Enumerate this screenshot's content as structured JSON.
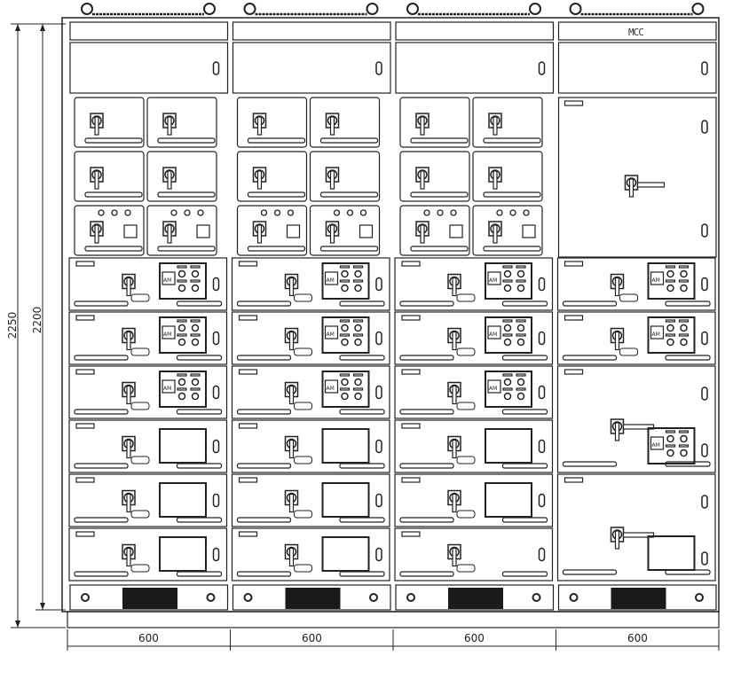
{
  "drawing": {
    "title": "MCC",
    "stroke": "#222222",
    "fill_dark": "#1a1a1a",
    "background": "#ffffff"
  },
  "dimensions": {
    "overall_height": "2250",
    "frame_height": "2200",
    "column_widths": [
      "600",
      "600",
      "600",
      "600"
    ]
  },
  "columns": [
    {
      "id": "col-1",
      "label": "",
      "top_modules": "2x3 small drawers",
      "drawers": [
        "meter",
        "meter",
        "meter",
        "blank-panel",
        "blank-panel",
        "blank-panel"
      ]
    },
    {
      "id": "col-2",
      "label": "",
      "top_modules": "2x3 small drawers",
      "drawers": [
        "meter",
        "meter",
        "meter",
        "blank-panel",
        "blank-panel",
        "blank-panel"
      ]
    },
    {
      "id": "col-3",
      "label": "",
      "top_modules": "2x3 small drawers",
      "drawers": [
        "meter",
        "meter",
        "meter",
        "blank-panel",
        "blank-panel",
        "blank"
      ]
    },
    {
      "id": "col-4",
      "label": "MCC",
      "top_modules": "incomer door",
      "drawers": [
        "meter",
        "meter",
        "large-meter",
        "large-blank"
      ]
    }
  ],
  "meter_label": "AM"
}
